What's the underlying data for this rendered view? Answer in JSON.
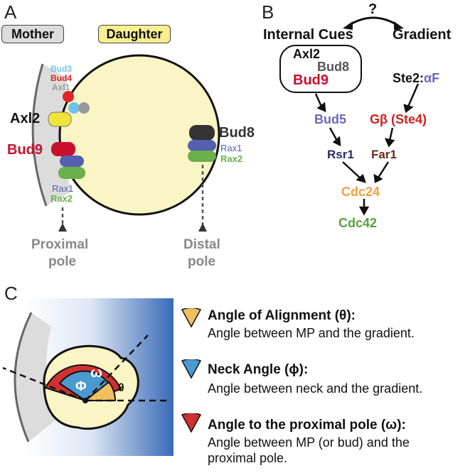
{
  "panel_a": {
    "letter": "A",
    "mother": "Mother",
    "daughter": "Daughter",
    "bud3": "Bud3",
    "bud4": "Bud4",
    "axl1": "Axl1",
    "axl2": "Axl2",
    "bud9": "Bud9",
    "rax1_left": "Rax1",
    "rax2_left": "Rax2",
    "bud8": "Bud8",
    "rax1_right": "Rax1",
    "rax2_right": "Rax2",
    "proximal_line1": "Proximal",
    "proximal_line2": "pole",
    "distal_line1": "Distal",
    "distal_line2": "pole"
  },
  "panel_b": {
    "letter": "B",
    "question": "?",
    "internal_cues": "Internal Cues",
    "gradient": "Gradient",
    "axl2": "Axl2",
    "bud8": "Bud8",
    "bud9": "Bud9",
    "ste2": "Ste2:",
    "alpha_f": "αF",
    "bud5": "Bud5",
    "gbeta": "Gβ (Ste4)",
    "rsr1": "Rsr1",
    "far1": "Far1",
    "cdc24": "Cdc24",
    "cdc42": "Cdc42"
  },
  "panel_c": {
    "letter": "C",
    "phi_symbol": "Φ",
    "omega_symbol": "ω",
    "theta_symbol": "θ",
    "legend": [
      {
        "title": "Angle of Alignment (θ):",
        "text": "Angle between MP and the gradient.",
        "color": "#f0c060"
      },
      {
        "title": "Neck Angle (ϕ):",
        "text": "Angle between neck and the gradient.",
        "color": "#4a9ad0"
      },
      {
        "title": "Angle to the proximal pole (ω):",
        "text": "Angle between MP (or bud) and the proximal pole.",
        "color": "#d03030"
      }
    ]
  },
  "colors": {
    "cell_fill": "#fbf4c4",
    "mother_fill": "#dcdcdc",
    "bud9_red": "#c8102e",
    "rax1_blue": "#5560b0",
    "rax2_green": "#6ab04c",
    "axl2_yellow": "#f2e33a",
    "bud8_dark": "#333333",
    "bud3_lightblue": "#6ec3ee",
    "bud4_red": "#e02424",
    "axl1_gray": "#999999",
    "bud5_purple": "#6a6ab8",
    "rsr1_navy": "#2a2a6a",
    "far1_brown": "#6a2a1a",
    "cdc24_orange": "#f0a040",
    "cdc42_green": "#5aa040",
    "gbeta_red": "#d02020",
    "gradient_blue": "#3a6ab8"
  }
}
